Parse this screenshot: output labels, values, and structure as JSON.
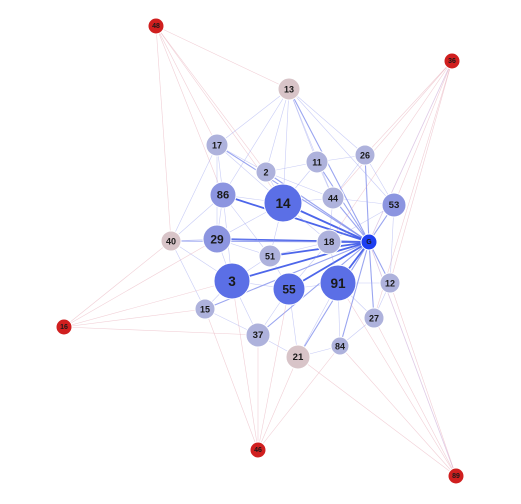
{
  "graph": {
    "hub": "G",
    "nodes": [
      {
        "id": "48",
        "label": "48"
      },
      {
        "id": "36",
        "label": "36"
      },
      {
        "id": "13",
        "label": "13"
      },
      {
        "id": "17",
        "label": "17"
      },
      {
        "id": "2",
        "label": "2"
      },
      {
        "id": "11",
        "label": "11"
      },
      {
        "id": "26",
        "label": "26"
      },
      {
        "id": "86",
        "label": "86"
      },
      {
        "id": "14",
        "label": "14"
      },
      {
        "id": "44",
        "label": "44"
      },
      {
        "id": "53",
        "label": "53"
      },
      {
        "id": "40",
        "label": "40"
      },
      {
        "id": "29",
        "label": "29"
      },
      {
        "id": "18",
        "label": "18"
      },
      {
        "id": "G",
        "label": "G"
      },
      {
        "id": "51",
        "label": "51"
      },
      {
        "id": "3",
        "label": "3"
      },
      {
        "id": "55",
        "label": "55"
      },
      {
        "id": "91",
        "label": "91"
      },
      {
        "id": "12",
        "label": "12"
      },
      {
        "id": "16",
        "label": "16"
      },
      {
        "id": "15",
        "label": "15"
      },
      {
        "id": "27",
        "label": "27"
      },
      {
        "id": "37",
        "label": "37"
      },
      {
        "id": "84",
        "label": "84"
      },
      {
        "id": "21",
        "label": "21"
      },
      {
        "id": "46",
        "label": "46"
      },
      {
        "id": "89",
        "label": "89"
      }
    ]
  },
  "colors": {
    "hub": "#1e3ff0",
    "strong": "#5b6fe6",
    "medium": "#8c95e0",
    "light": "#aeb2dc",
    "pale": "#d8c4c8",
    "red": "#d01f1f"
  }
}
